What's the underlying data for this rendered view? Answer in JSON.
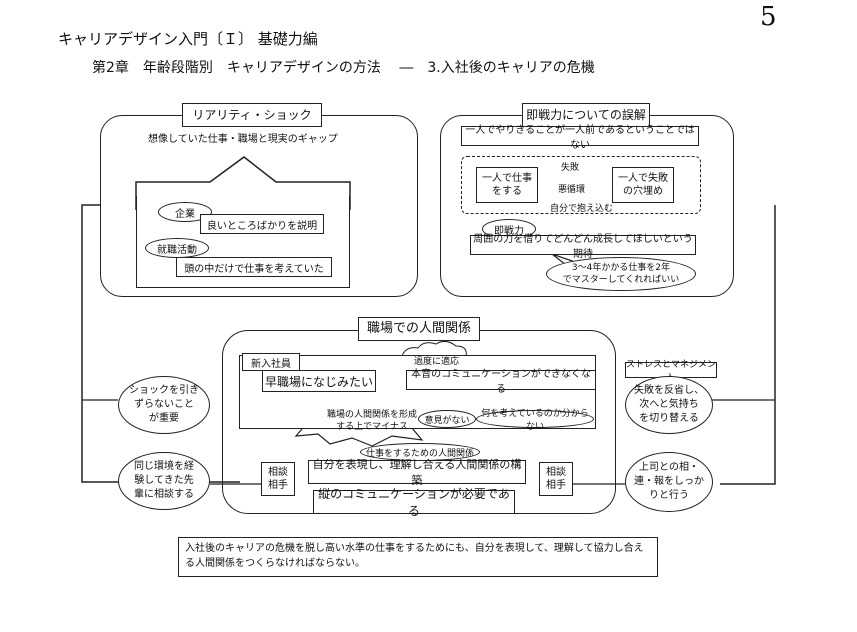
{
  "header": {
    "page_mark": "5",
    "book_title": "キャリアデザイン入門〔Ｉ〕 基礎力編",
    "chapter_title": "第2章　年齢段階別　キャリアデザインの方法　 ―　3.入社後のキャリアの危機"
  },
  "reality_shock": {
    "title": "リアリティ・ショック",
    "gap": "想像していた仕事・職場と現実のギャップ",
    "company_label": "企業",
    "company_text": "良いところばかりを説明",
    "jobhunt_label": "就職活動",
    "jobhunt_text": "頭の中だけで仕事を考えていた"
  },
  "immediate": {
    "title": "即戦力についての誤解",
    "statement": "一人でやりきることが一人前であるということではない",
    "left_node": "一人で仕事\nをする",
    "right_node": "一人で失敗\nの穴埋め",
    "arrow_top": "失敗",
    "arrow_mid": "悪循環",
    "arrow_bottom": "自分で抱え込む",
    "tag": "即戦力",
    "expectation": "周囲の力を借りてどんどん成長してほしいという期待",
    "bubble": "3～4年かかる仕事を2年\nでマスターしてくれればいい"
  },
  "workplace": {
    "title": "職場での人間関係",
    "newcomer_label": "新入社員",
    "fit_in": "早職場になじみたい",
    "cloud_adapt": "過度に適応",
    "no_comm": "本音のコミュニケーションができなくなる",
    "burst": "職場の人間関係を形成\nする上でマイナス",
    "no_opinion": "意見がない",
    "unknown": "何を考えているのか分からない",
    "for_work_label": "仕事をするための人間関係",
    "express": "自分を表現し、理解し合える人間関係の構築",
    "vertical": "縦のコミュニケーションが必要である",
    "consult_left": "相談\n相手",
    "consult_right": "相談\n相手"
  },
  "side_ovals": {
    "left_top": "ショックを引き\nずらないこと\nが重要",
    "left_bottom": "同じ環境を経\n験してきた先\n輩に相談する",
    "stress_label": "ストレスとマネジメント",
    "right_top": "失敗を反省し、\n次へと気持ち\nを切り替える",
    "right_bottom": "上司との相・\n連・報をしっか\nりと行う"
  },
  "conclusion": "入社後のキャリアの危機を脱し高い水準の仕事をするためにも、自分を表現して、理解して協力し合える人間関係をつくらなければならない。"
}
